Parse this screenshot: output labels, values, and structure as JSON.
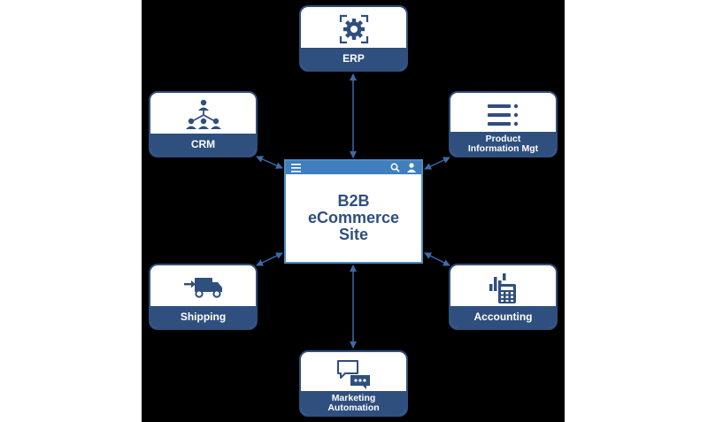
{
  "center": {
    "title": "B2B\neCommerce\nSite"
  },
  "nodes": {
    "erp": {
      "label": "ERP"
    },
    "crm": {
      "label": "CRM"
    },
    "pim": {
      "label": "Product\nInformation Mgt"
    },
    "shipping": {
      "label": "Shipping"
    },
    "accounting": {
      "label": "Accounting"
    },
    "marketing": {
      "label": "Marketing\nAutomation"
    }
  },
  "colors": {
    "navy": "#2f4f7e",
    "accent_blue": "#3f7fbf",
    "background": "#000000"
  }
}
